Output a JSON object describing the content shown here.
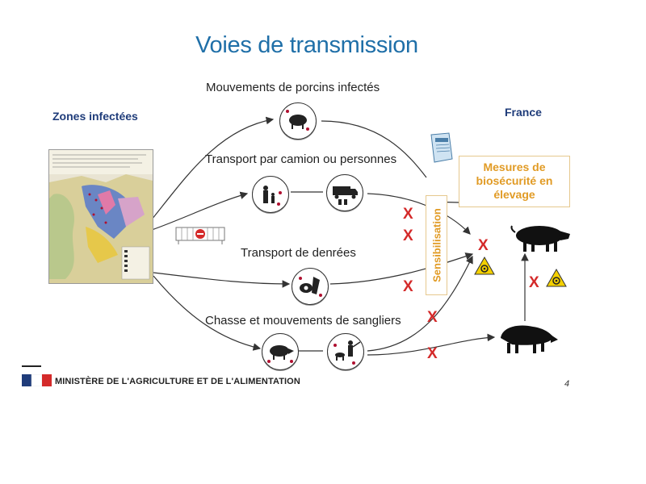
{
  "title": "Voies de transmission",
  "zones_infectees": "Zones infectées",
  "france": "France",
  "routes": {
    "porcins": "Mouvements de porcins infectés",
    "transport": "Transport par camion ou personnes",
    "denrees": "Transport de denrées",
    "chasse": "Chasse et mouvements de sangliers"
  },
  "mesures": [
    "Mesures de",
    "biosécurité en",
    "élevage"
  ],
  "sensibilisation": "Sensibilisation",
  "x_symbol": "X",
  "ministry": "MINISTÈRE DE L'AGRICULTURE ET DE L'ALIMENTATION",
  "page_number": "4",
  "colors": {
    "title": "#1f6fa8",
    "zone": "#1f3c7a",
    "accent": "#e19b25",
    "cross": "#d42a2a",
    "hazard": "#f4d000"
  },
  "icons": [
    "pig-icon",
    "person-child-icon",
    "truck-icon",
    "meat-icon",
    "wild-boar-icon",
    "hunter-dog-icon",
    "biohazard-icon",
    "barrier-icon",
    "brochure-icon",
    "map-icon"
  ]
}
